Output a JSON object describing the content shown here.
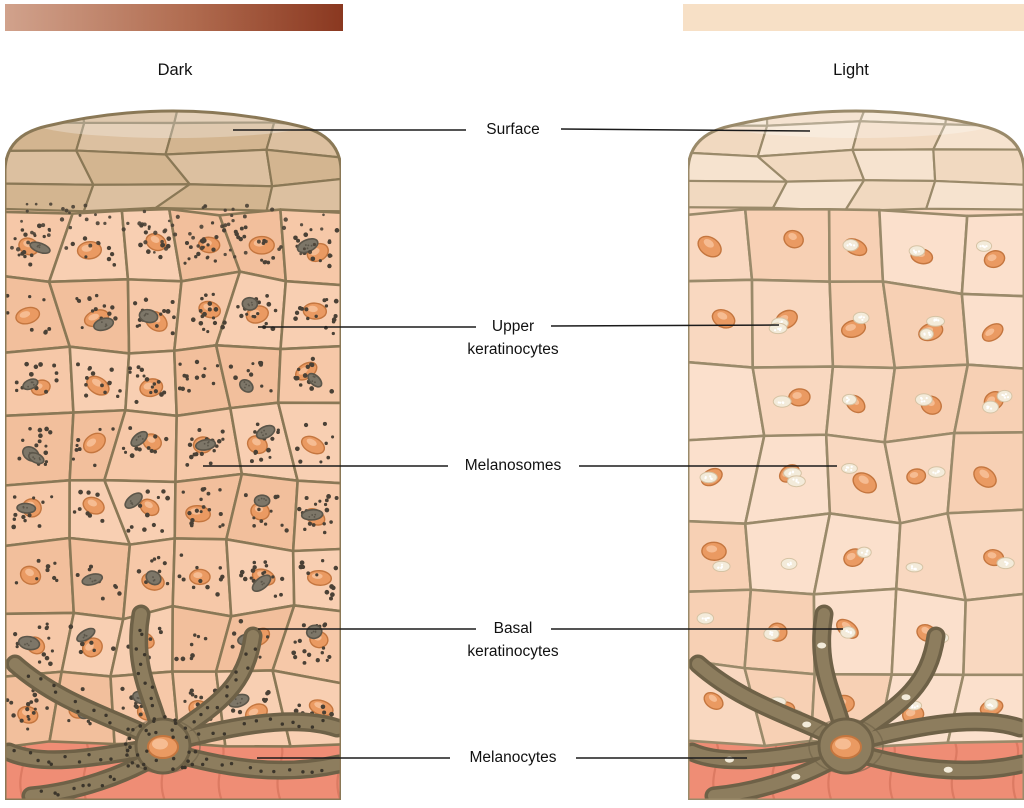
{
  "legend": {
    "dark": {
      "label": "Dark",
      "gradient": [
        "#d1a28c",
        "#b06b4f",
        "#8a3820"
      ]
    },
    "light": {
      "label": "Light",
      "color": "#f7e0c6"
    }
  },
  "annotations": {
    "surface": "Surface",
    "upper_keratinocytes": "Upper\nkeratinocytes",
    "melanosomes": "Melanosomes",
    "basal_keratinocytes": "Basal\nkeratinocytes",
    "melanocytes": "Melanocytes"
  },
  "colors": {
    "outline": "#8a7856",
    "outline_light": "#9a8a6a",
    "base_dark": "#f5c5a4",
    "base_light": "#f9d8c0",
    "cell_dark_fills": [
      "#f6c8a8",
      "#f2bf9c",
      "#f8cfb2"
    ],
    "cell_light_fills": [
      "#f9d8c0",
      "#fbe0cc",
      "#f7d0b4"
    ],
    "squamous_dark": [
      "#dcc0a0",
      "#d3b590"
    ],
    "squamous_light": [
      "#f6e3cf",
      "#f1d9c0"
    ],
    "nucleus": "#ea9a62",
    "nucleus_edge": "#c4763f",
    "nucleus_hi": "#f6bc92",
    "melanin_dot": "#4a4136",
    "melanin_deep": "#3b352b",
    "melanosome_fill": "#7d7668",
    "melanosome_edge": "#5c564a",
    "pale_cluster": "#f3ebda",
    "pale_cluster_edge": "#d6c3a4",
    "dermis": "#ef8d75",
    "dermis_line": "#dc7a62",
    "melanocyte_fill": "#8d7d5e",
    "melanocyte_edge": "#6e6147",
    "leader_line": "#1b1b1b"
  }
}
